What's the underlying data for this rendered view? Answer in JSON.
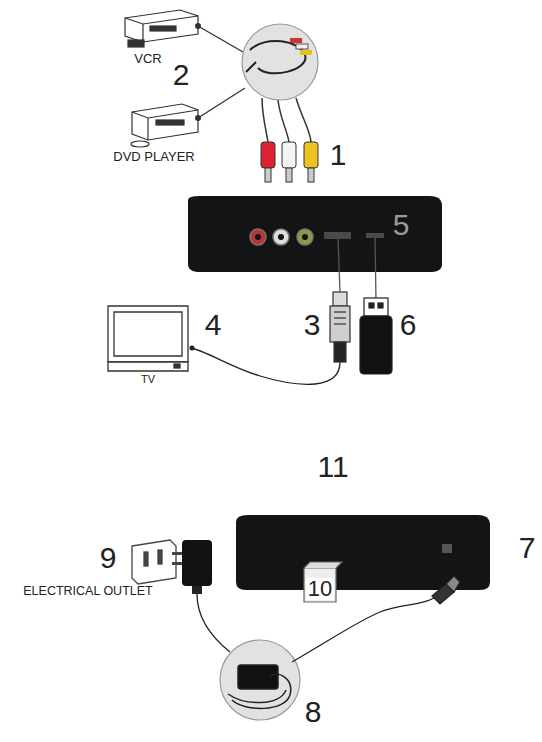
{
  "diagram": {
    "labels": [
      "VCR",
      "2",
      "DVD PLAYER",
      "1",
      "5",
      "4",
      "3",
      "6",
      "TV",
      "11",
      "9",
      "7",
      "ELECTRICAL OUTLET",
      "10",
      "8"
    ]
  }
}
